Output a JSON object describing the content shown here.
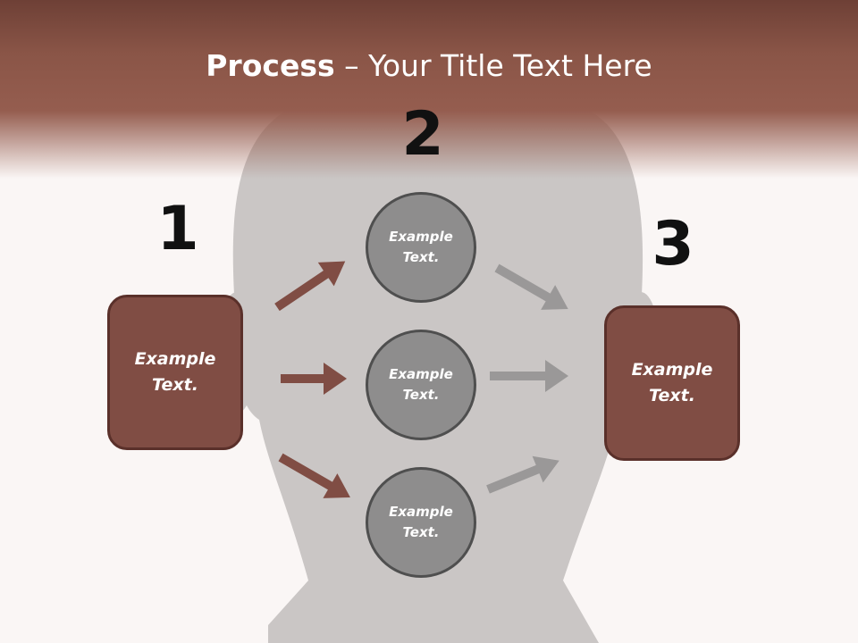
{
  "title": {
    "strong": "Process",
    "rest": " – Your Title Text Here"
  },
  "steps": {
    "one": "1",
    "two": "2",
    "three": "3"
  },
  "boxes": {
    "left": "Example Text.",
    "right": "Example Text."
  },
  "circles": {
    "top": "Example Text.",
    "middle": "Example Text.",
    "bottom": "Example Text."
  },
  "colors": {
    "header": "#8a5547",
    "box_fill": "#804d44",
    "left_arrows": "#804d44",
    "right_arrows": "#9a9898",
    "circle_fill": "#8e8d8d",
    "background_silhouette": "#cac6c5"
  }
}
